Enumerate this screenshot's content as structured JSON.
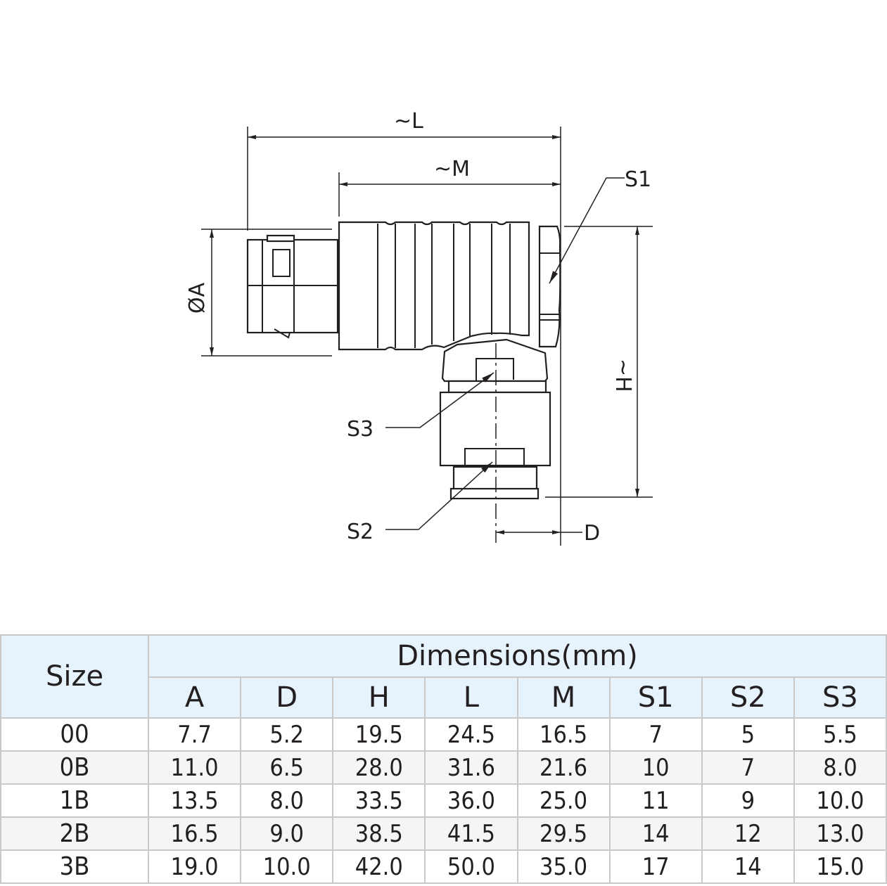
{
  "drawing": {
    "labels": {
      "L": "~L",
      "M": "~M",
      "A": "ØA",
      "H": "~H",
      "S1": "S1",
      "S2": "S2",
      "S3": "S3",
      "D": "D"
    }
  },
  "table": {
    "size_header": "Size",
    "group_header": "Dimensions(mm)",
    "columns": [
      "A",
      "D",
      "H",
      "L",
      "M",
      "S1",
      "S2",
      "S3"
    ],
    "rows": [
      {
        "size": "00",
        "values": [
          "7.7",
          "5.2",
          "19.5",
          "24.5",
          "16.5",
          "7",
          "5",
          "5.5"
        ]
      },
      {
        "size": "0B",
        "values": [
          "11.0",
          "6.5",
          "28.0",
          "31.6",
          "21.6",
          "10",
          "7",
          "8.0"
        ]
      },
      {
        "size": "1B",
        "values": [
          "13.5",
          "8.0",
          "33.5",
          "36.0",
          "25.0",
          "11",
          "9",
          "10.0"
        ]
      },
      {
        "size": "2B",
        "values": [
          "16.5",
          "9.0",
          "38.5",
          "41.5",
          "29.5",
          "14",
          "12",
          "13.0"
        ]
      },
      {
        "size": "3B",
        "values": [
          "19.0",
          "10.0",
          "42.0",
          "50.0",
          "35.0",
          "17",
          "14",
          "15.0"
        ]
      }
    ]
  }
}
